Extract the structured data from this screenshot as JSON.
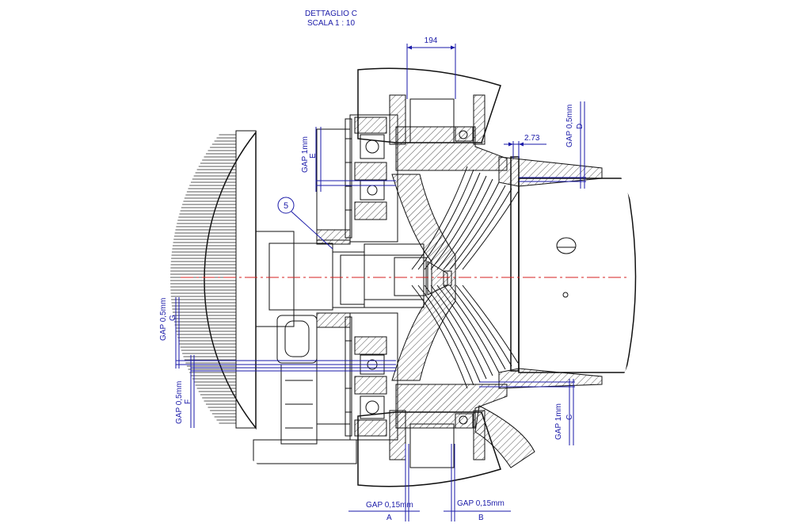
{
  "title": {
    "line1": "DETTAGLIO C",
    "line2": "SCALA 1 : 10"
  },
  "balloon": "5",
  "dimensions": {
    "width_194": "194",
    "offset_273": "2.73"
  },
  "gaps": [
    {
      "id": "gap-e",
      "text": "GAP 1mm",
      "letter": "E"
    },
    {
      "id": "gap-d",
      "text": "GAP 0,5mm",
      "letter": "D"
    },
    {
      "id": "gap-g",
      "text": "GAP 0,5mm",
      "letter": "G"
    },
    {
      "id": "gap-f",
      "text": "GAP 0,5mm",
      "letter": "F"
    },
    {
      "id": "gap-c",
      "text": "GAP 1mm",
      "letter": "C"
    },
    {
      "id": "gap-a",
      "text": "GAP 0,15mm",
      "letter": "A"
    },
    {
      "id": "gap-b",
      "text": "GAP 0,15mm",
      "letter": "B"
    }
  ],
  "colors": {
    "line": "#111111",
    "dimension": "#1a1aa8",
    "centerline": "#d42020",
    "background": "#ffffff"
  }
}
